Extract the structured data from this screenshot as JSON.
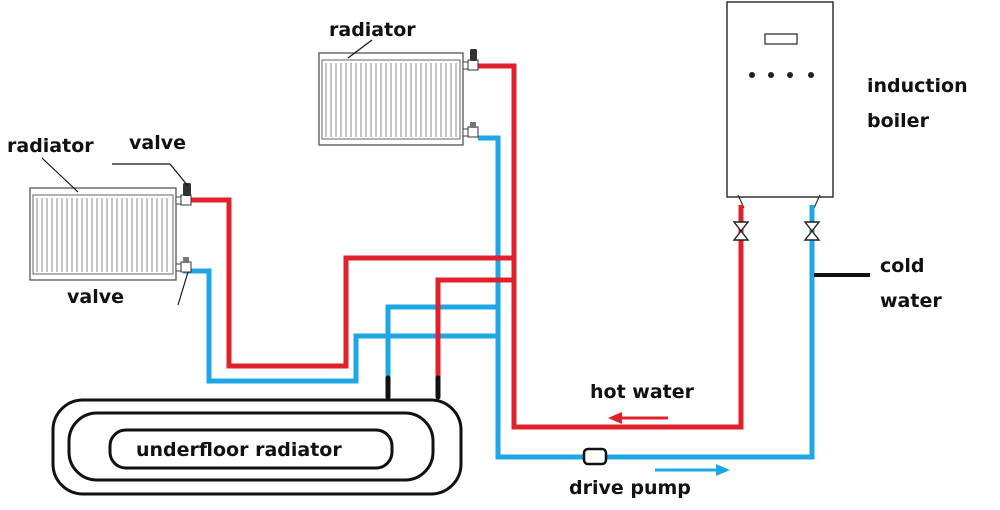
{
  "labels": {
    "radiator_top": "radiator",
    "radiator_left": "radiator",
    "valve_upper": "valve",
    "valve_lower": "valve",
    "boiler_line1": "induction",
    "boiler_line2": "boiler",
    "cold_line1": "cold",
    "cold_line2": "water",
    "hot_water": "hot water",
    "underfloor": "underfloor radiator",
    "drive_pump": "drive pump"
  },
  "colors": {
    "hot_pipe": "#e0202a",
    "cold_pipe": "#1ea6e6",
    "outline": "#111111"
  }
}
